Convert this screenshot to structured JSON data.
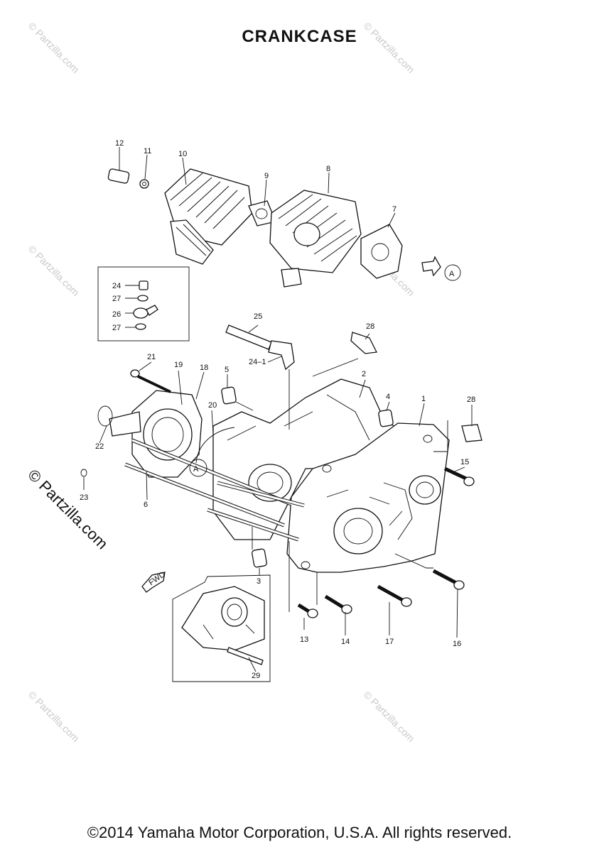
{
  "title": "CRANKCASE",
  "footer": "©2014 Yamaha Motor Corporation, U.S.A. All rights reserved.",
  "watermark": "© Partzilla.com",
  "labels": {
    "p1": "1",
    "p2": "2",
    "p3": "3",
    "p4": "4",
    "p5": "5",
    "p6": "6",
    "p7": "7",
    "p8": "8",
    "p9": "9",
    "p10": "10",
    "p11": "11",
    "p12": "12",
    "p13": "13",
    "p14": "14",
    "p15": "15",
    "p16": "16",
    "p17": "17",
    "p18": "18",
    "p19": "19",
    "p20": "20",
    "p21": "21",
    "p22": "22",
    "p23": "23",
    "p24": "24",
    "p241": "24–1",
    "p25": "25",
    "p26": "26",
    "p27a": "27",
    "p27b": "27",
    "p28a": "28",
    "p28b": "28",
    "p29": "29",
    "markA1": "A",
    "markA2": "A",
    "fwd": "FWD"
  }
}
